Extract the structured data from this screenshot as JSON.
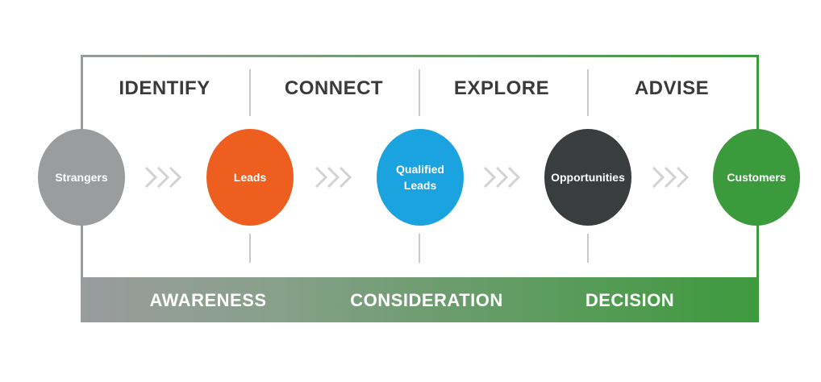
{
  "phases": [
    "IDENTIFY",
    "CONNECT",
    "EXPLORE",
    "ADVISE"
  ],
  "stages": [
    {
      "label": "Strangers",
      "color": "#9a9c9e"
    },
    {
      "label": "Leads",
      "color": "#ee5e1e"
    },
    {
      "label": "Qualified Leads",
      "color": "#1aa3df"
    },
    {
      "label": "Opportunities",
      "color": "#3a3d3e"
    },
    {
      "label": "Customers",
      "color": "#3a9a3c"
    }
  ],
  "chevron_color": "#d2d2d2",
  "band": {
    "labels": [
      "AWARENESS",
      "CONSIDERATION",
      "DECISION"
    ],
    "gradient_start": "#9a9c9e",
    "gradient_end": "#3d9a3d"
  }
}
